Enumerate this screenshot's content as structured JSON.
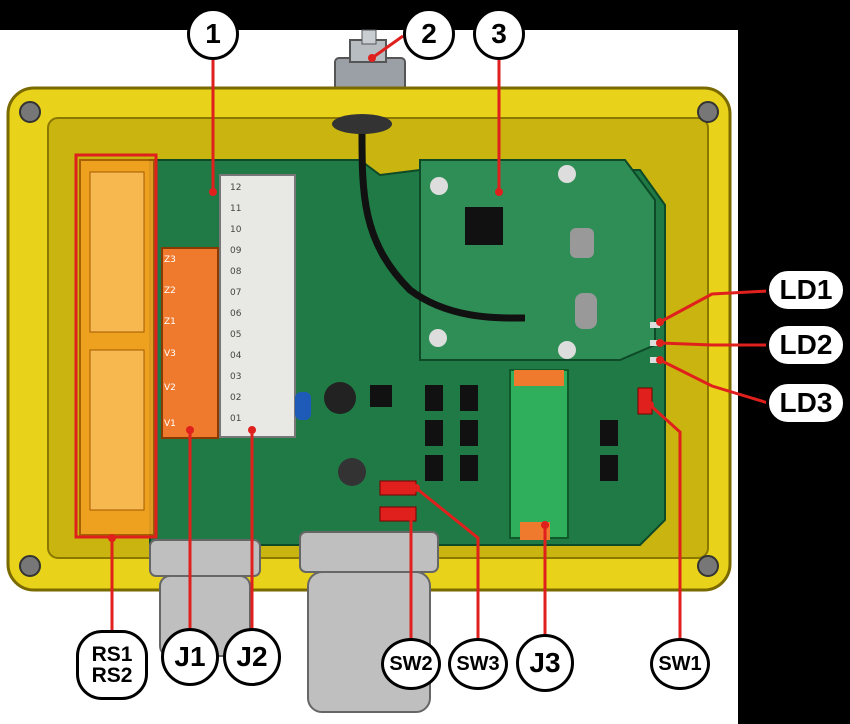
{
  "callouts": {
    "c1": "1",
    "c2": "2",
    "c3": "3",
    "ld1": "LD1",
    "ld2": "LD2",
    "ld3": "LD3",
    "rs_line1": "RS1",
    "rs_line2": "RS2",
    "j1": "J1",
    "j2": "J2",
    "sw2": "SW2",
    "sw3": "SW3",
    "j3": "J3",
    "sw1": "SW1"
  },
  "terminal_labels": {
    "j2": [
      "12",
      "11",
      "10",
      "09",
      "08",
      "07",
      "06",
      "05",
      "04",
      "03",
      "02",
      "01"
    ],
    "j1": [
      "Z3",
      "Z2",
      "Z1",
      "V3",
      "V2",
      "V1"
    ]
  },
  "colors": {
    "enclosure": "#e8d21a",
    "pcb": "#1f7a45",
    "callout_line": "#e0201c",
    "fuse": "#f3a020",
    "j1_block": "#ef7a2e",
    "j3_block": "#2fae5c"
  }
}
